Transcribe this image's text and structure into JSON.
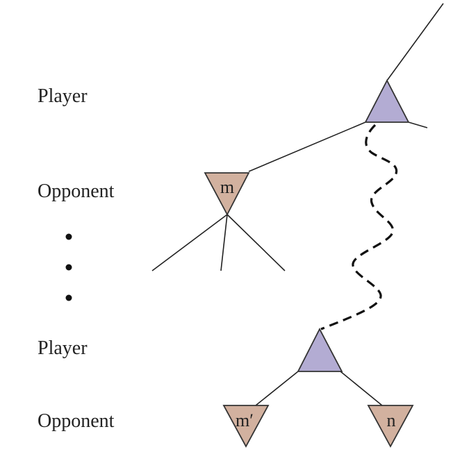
{
  "colors": {
    "player_fill": "#b3acd3",
    "opponent_fill": "#d2b19f",
    "stroke": "#222222"
  },
  "row_labels": [
    "Player",
    "Opponent",
    "Player",
    "Opponent"
  ],
  "ellipsis": "⋮",
  "nodes": {
    "top_player": {
      "type": "max",
      "label": ""
    },
    "opponent_m": {
      "type": "min",
      "label": "m"
    },
    "bottom_player": {
      "type": "max",
      "label": ""
    },
    "opponent_m_prime": {
      "type": "min",
      "label": "m′"
    },
    "opponent_n": {
      "type": "min",
      "label": "n"
    }
  },
  "edges": [
    {
      "from": "root",
      "to": "top_player",
      "style": "solid"
    },
    {
      "from": "top_player",
      "to": "opponent_m",
      "style": "solid"
    },
    {
      "from": "top_player",
      "to": "right_stub",
      "style": "solid"
    },
    {
      "from": "top_player",
      "to": "bottom_player",
      "style": "dashed-wavy"
    },
    {
      "from": "opponent_m",
      "to": "child_1",
      "style": "solid"
    },
    {
      "from": "opponent_m",
      "to": "child_2",
      "style": "solid"
    },
    {
      "from": "opponent_m",
      "to": "child_3",
      "style": "solid"
    },
    {
      "from": "bottom_player",
      "to": "opponent_m_prime",
      "style": "solid"
    },
    {
      "from": "bottom_player",
      "to": "opponent_n",
      "style": "solid"
    }
  ]
}
